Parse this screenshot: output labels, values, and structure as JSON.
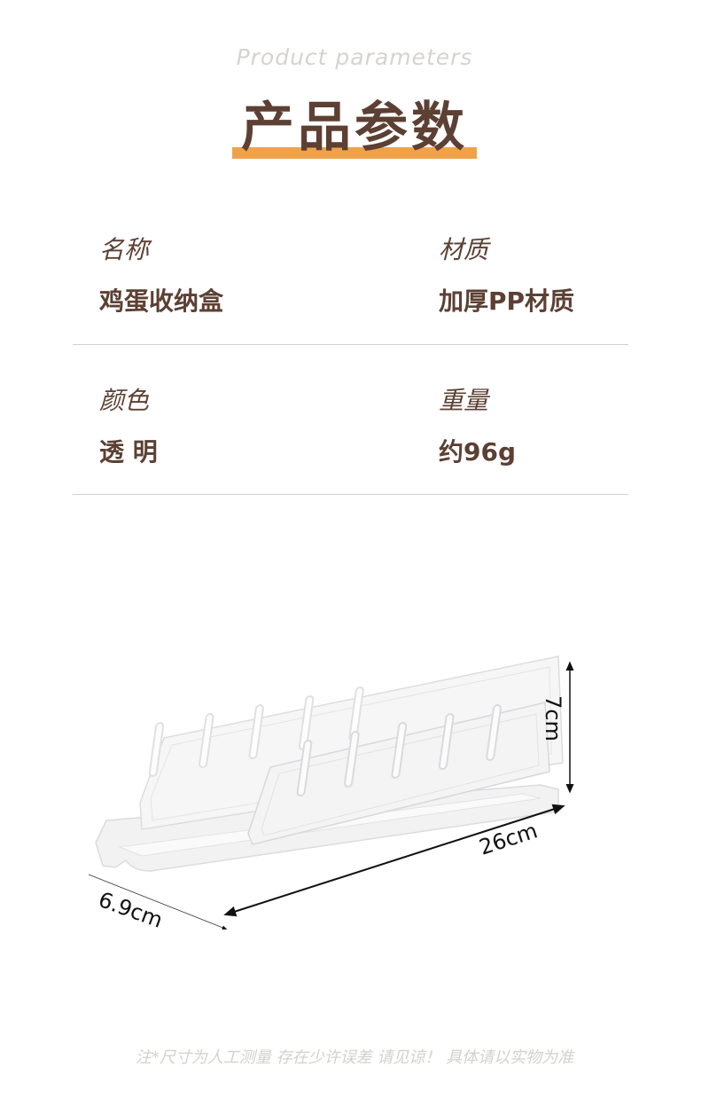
{
  "header": {
    "subtitle": "Product parameters",
    "title": "产品参数",
    "accent_color": "#f0a24a",
    "text_color": "#5c4033"
  },
  "params": [
    {
      "label": "名称",
      "value": "鸡蛋收纳盒"
    },
    {
      "label": "材质",
      "value": "加厚PP材质"
    },
    {
      "label": "颜色",
      "value": "透 明"
    },
    {
      "label": "重量",
      "value": "约96g"
    }
  ],
  "diagram": {
    "product": "transparent egg storage box with flip lid",
    "dimensions": {
      "height": "7cm",
      "length": "26cm",
      "width": "6.9cm"
    }
  },
  "footer": {
    "note": "注*尺寸为人工测量 存在少许误差 请见谅！ 具体请以实物为准"
  }
}
